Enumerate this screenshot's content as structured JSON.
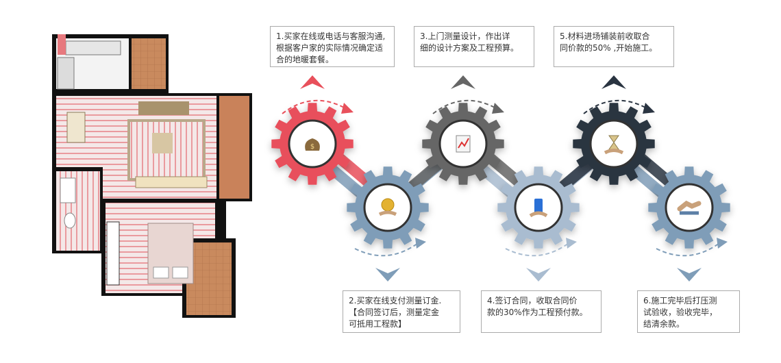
{
  "steps": [
    {
      "lines": [
        "1.买家在线或电话与客服沟通,",
        "根据客户家的实际情况确定适",
        "合的地暖套餐。"
      ],
      "color": "#e8505b",
      "icon": "money-bag-icon"
    },
    {
      "lines": [
        "2.买家在线支付测量订金.",
        "【合同签订后，测量定金",
        "可抵用工程款】"
      ],
      "color": "#7f9db8",
      "icon": "coin-hand-icon"
    },
    {
      "lines": [
        "3.上门测量设计，作出详",
        "细的设计方案及工程预算。"
      ],
      "color": "#666666",
      "icon": "chart-document-icon"
    },
    {
      "lines": [
        "4.签订合同，收取合同价",
        "款的30%作为工程预付款。"
      ],
      "color": "#a9bcd0",
      "icon": "phone-hand-icon"
    },
    {
      "lines": [
        "5.材料进场铺装前收取合",
        "同价款的50% ,开始施工。"
      ],
      "color": "#2a3441",
      "icon": "hourglass-hand-icon"
    },
    {
      "lines": [
        "6.施工完毕后打压测",
        "试验收，验收完毕，",
        "结清余款。"
      ],
      "color": "#7f9db8",
      "icon": "handshake-icon"
    }
  ],
  "colors": {
    "heating_pipe": "#e7797e",
    "wood_floor": "#c9825a",
    "wall": "#111111"
  }
}
